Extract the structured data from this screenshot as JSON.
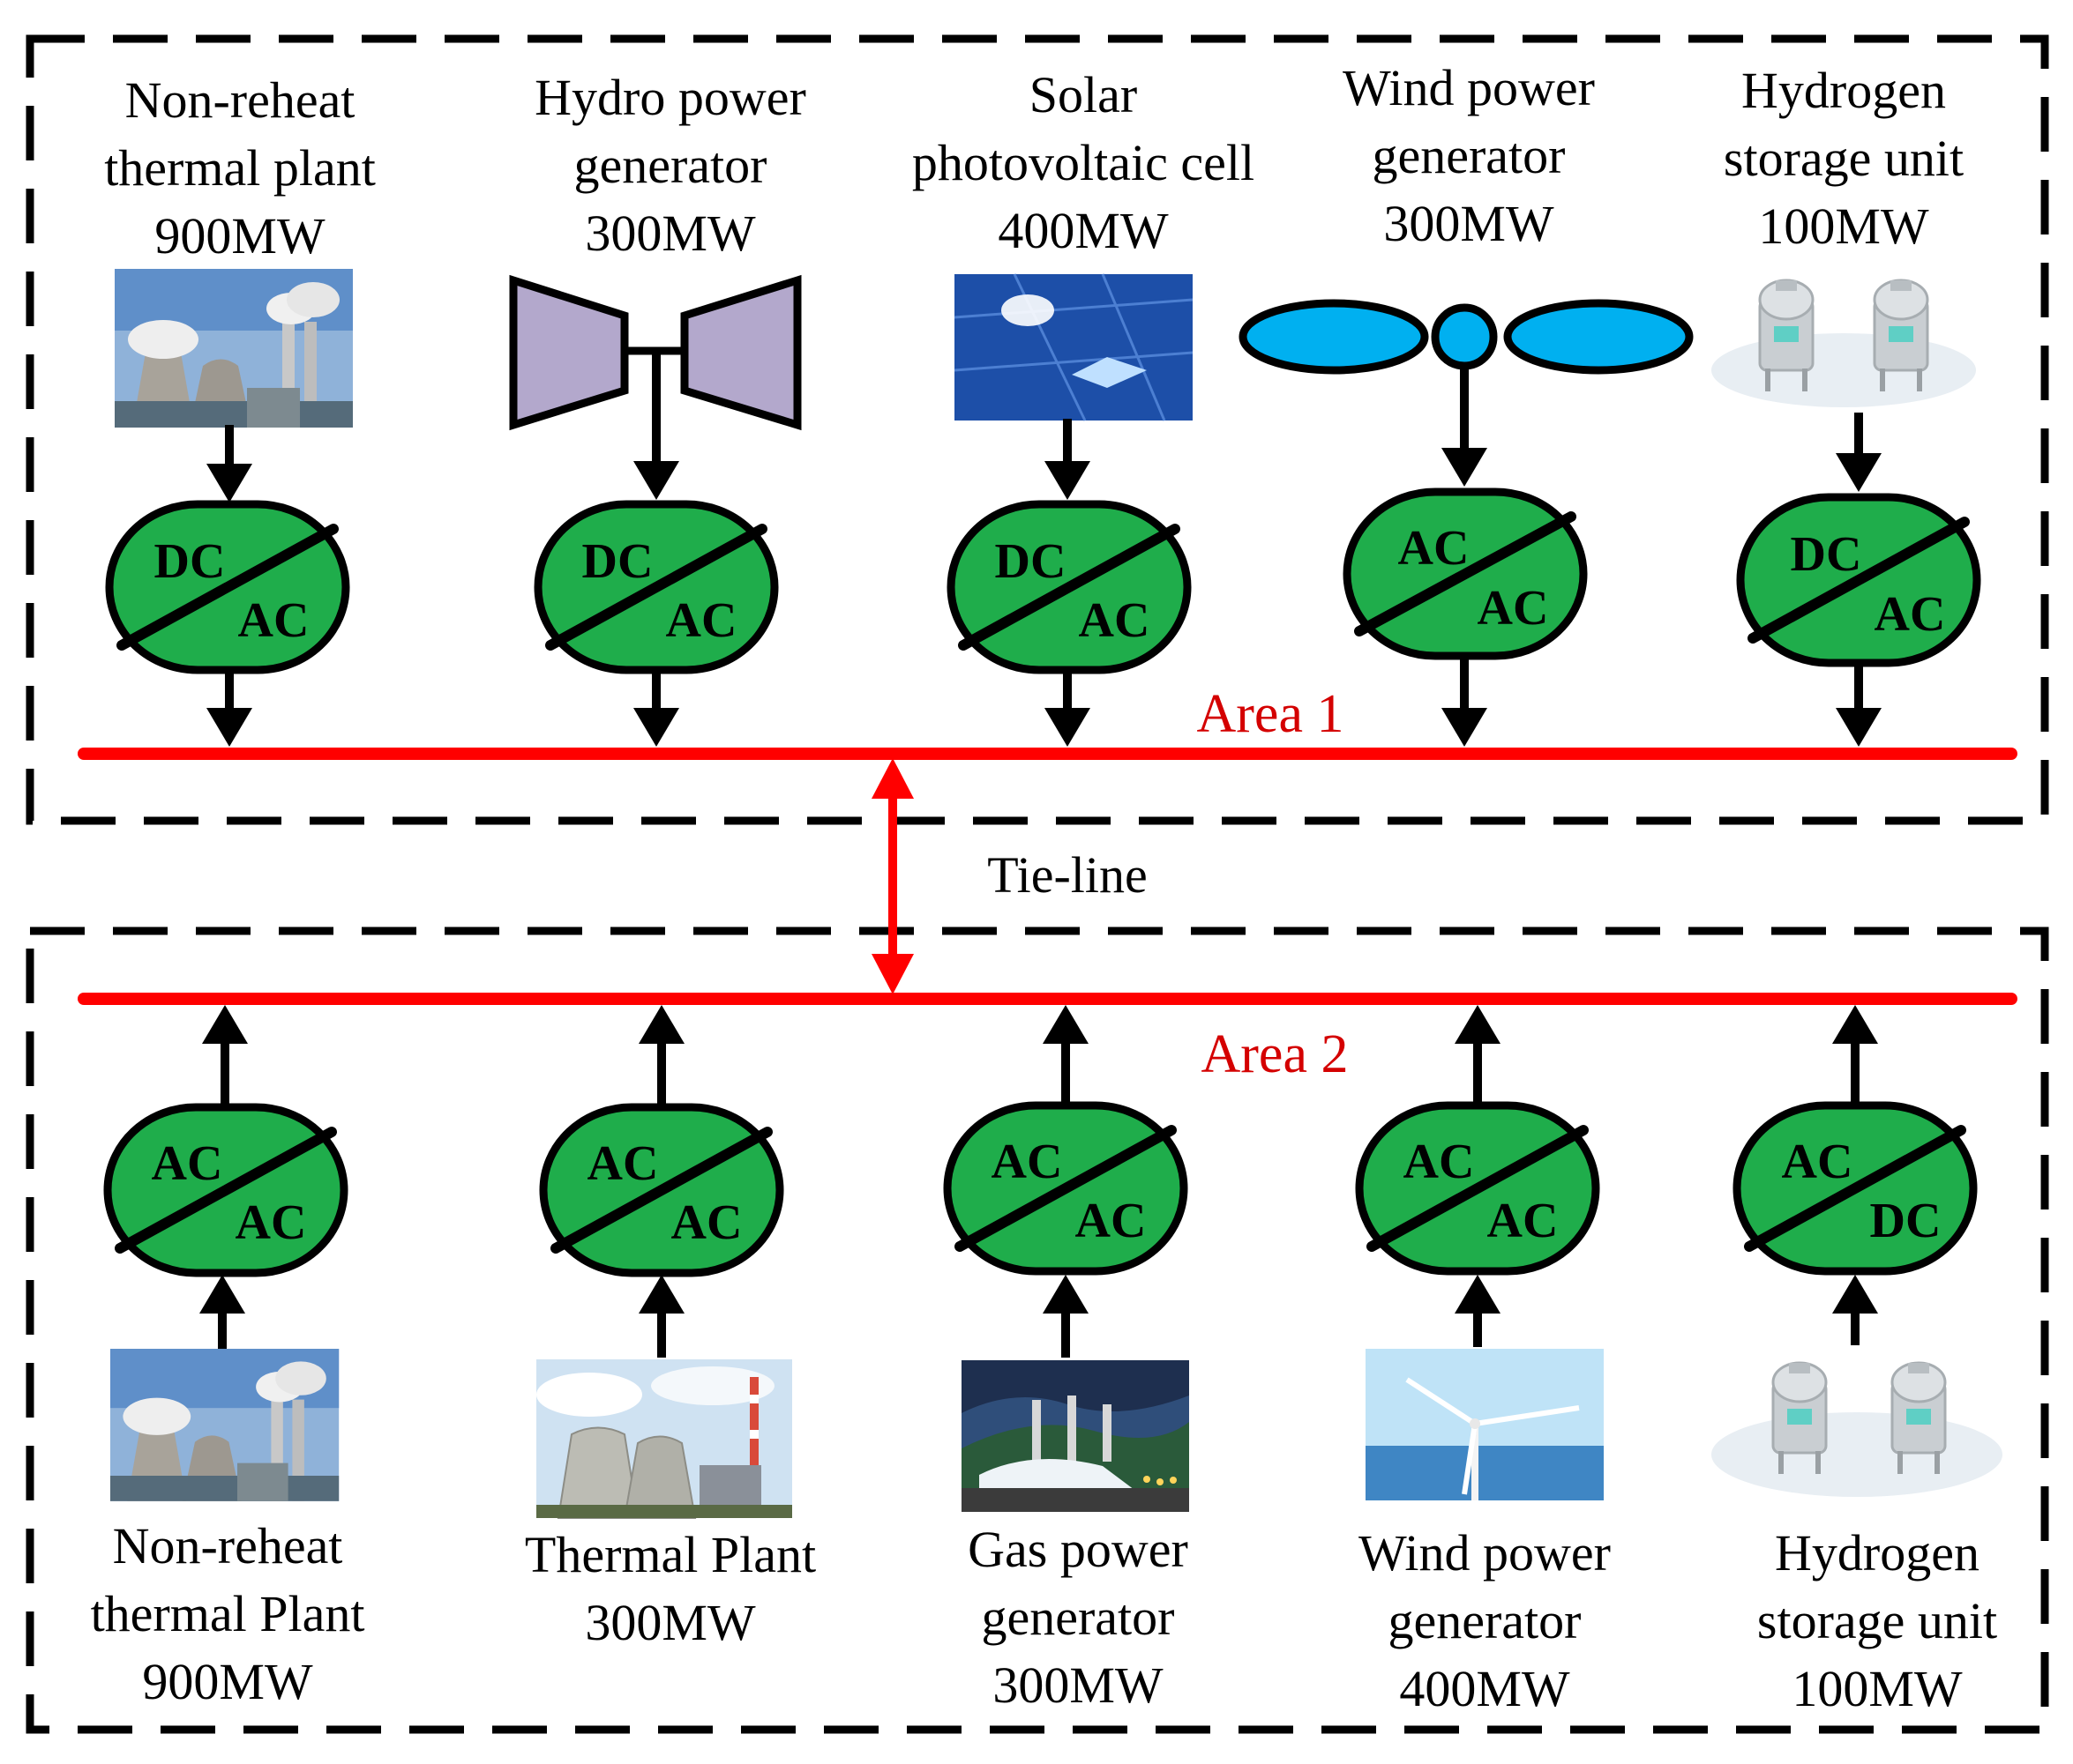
{
  "area1": {
    "label": "Area 1",
    "units": [
      {
        "name": [
          "Non-reheat",
          "thermal plant",
          "900MW"
        ],
        "converter": {
          "top": "DC",
          "bottom": "AC"
        },
        "icon": "thermal-plant-photo"
      },
      {
        "name": [
          "Hydro power",
          "generator",
          "300MW"
        ],
        "converter": {
          "top": "DC",
          "bottom": "AC"
        },
        "icon": "hydro-turbine-icon"
      },
      {
        "name": [
          "Solar",
          "photovoltaic cell",
          "400MW"
        ],
        "converter": {
          "top": "DC",
          "bottom": "AC"
        },
        "icon": "solar-panel-photo"
      },
      {
        "name": [
          "Wind power",
          "generator",
          "300MW"
        ],
        "converter": {
          "top": "AC",
          "bottom": "AC"
        },
        "icon": "wind-turbine-icon"
      },
      {
        "name": [
          "Hydrogen",
          "storage unit",
          "100MW"
        ],
        "converter": {
          "top": "DC",
          "bottom": "AC"
        },
        "icon": "hydrogen-tanks-icon"
      }
    ]
  },
  "tie_line": {
    "label": "Tie-line"
  },
  "area2": {
    "label": "Area 2",
    "units": [
      {
        "name": [
          "Non-reheat",
          "thermal Plant",
          "900MW"
        ],
        "converter": {
          "top": "AC",
          "bottom": "AC"
        },
        "icon": "thermal-plant-photo"
      },
      {
        "name": [
          "Thermal Plant",
          "300MW"
        ],
        "converter": {
          "top": "AC",
          "bottom": "AC"
        },
        "icon": "cooling-towers-photo"
      },
      {
        "name": [
          "Gas power",
          "generator",
          "300MW"
        ],
        "converter": {
          "top": "AC",
          "bottom": "AC"
        },
        "icon": "gas-plant-photo"
      },
      {
        "name": [
          "Wind power",
          "generator",
          "400MW"
        ],
        "converter": {
          "top": "AC",
          "bottom": "AC"
        },
        "icon": "wind-turbine-photo"
      },
      {
        "name": [
          "Hydrogen",
          "storage unit",
          "100MW"
        ],
        "converter": {
          "top": "AC",
          "bottom": "DC"
        },
        "icon": "hydrogen-tanks-icon"
      }
    ]
  },
  "colors": {
    "bus": "#ff0000",
    "area_label": "#d40000",
    "converter": "#1fad4b",
    "wind_rotor": "#00b0f0",
    "hydro_turbine": "#b3a8cc"
  }
}
